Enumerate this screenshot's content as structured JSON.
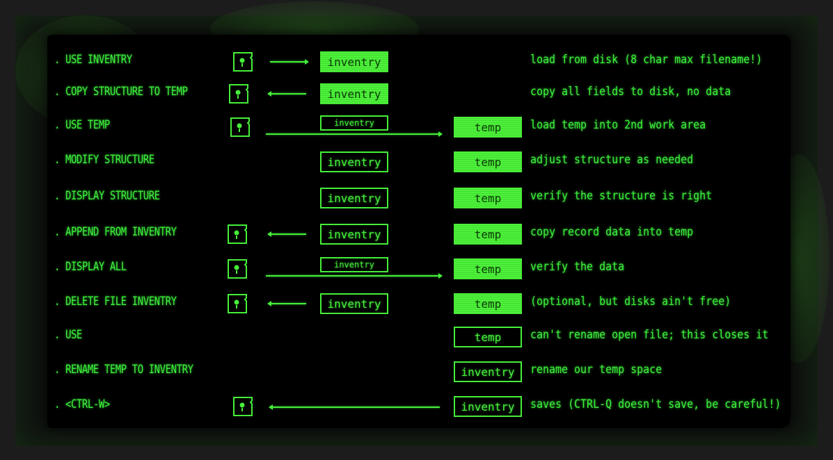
{
  "colors": {
    "phosphor_green": "#46ef3a",
    "screen_bg": "#000000",
    "bezel": "#1c1c1c"
  },
  "icons": {
    "floppy": "floppy-disk-icon",
    "arrow_left": "arrow-left",
    "arrow_right": "arrow-right"
  },
  "rows": [
    {
      "command": ". USE INVENTRY",
      "disk": true,
      "arrow": "right-short",
      "left_box": {
        "label": "inventry",
        "style": "filled"
      },
      "right_box": null,
      "note": "load from disk (8 char max filename!)"
    },
    {
      "command": ". COPY STRUCTURE TO TEMP",
      "disk": true,
      "arrow": "left-short",
      "left_box": {
        "label": "inventry",
        "style": "filled"
      },
      "right_box": null,
      "note": "copy all fields to disk, no data"
    },
    {
      "command": ". USE TEMP",
      "disk": true,
      "arrow": "right-long",
      "left_box": {
        "label": "inventry",
        "style": "outline-small"
      },
      "right_box": {
        "label": "temp",
        "style": "filled"
      },
      "note": "load temp into 2nd work area"
    },
    {
      "command": ". MODIFY STRUCTURE",
      "disk": false,
      "arrow": null,
      "left_box": {
        "label": "inventry",
        "style": "outline"
      },
      "right_box": {
        "label": "temp",
        "style": "filled"
      },
      "note": "adjust structure as needed"
    },
    {
      "command": ". DISPLAY STRUCTURE",
      "disk": false,
      "arrow": null,
      "left_box": {
        "label": "inventry",
        "style": "outline"
      },
      "right_box": {
        "label": "temp",
        "style": "filled"
      },
      "note": "verify the structure is right"
    },
    {
      "command": ". APPEND FROM INVENTRY",
      "disk": true,
      "arrow": "left-short",
      "left_box": {
        "label": "inventry",
        "style": "outline"
      },
      "right_box": {
        "label": "temp",
        "style": "filled"
      },
      "note": "copy record data into temp"
    },
    {
      "command": ". DISPLAY ALL",
      "disk": true,
      "arrow": "right-long",
      "left_box": {
        "label": "inventry",
        "style": "outline-small"
      },
      "right_box": {
        "label": "temp",
        "style": "filled"
      },
      "note": "verify the data"
    },
    {
      "command": ". DELETE FILE INVENTRY",
      "disk": true,
      "arrow": "left-short",
      "left_box": {
        "label": "inventry",
        "style": "outline"
      },
      "right_box": {
        "label": "temp",
        "style": "filled"
      },
      "note": "(optional, but disks ain't free)"
    },
    {
      "command": ". USE",
      "disk": false,
      "arrow": null,
      "left_box": null,
      "right_box": {
        "label": "temp",
        "style": "outline"
      },
      "note": "can't rename open file; this closes it"
    },
    {
      "command": ". RENAME TEMP TO INVENTRY",
      "disk": false,
      "arrow": null,
      "left_box": null,
      "right_box": {
        "label": "inventry",
        "style": "outline"
      },
      "note": "rename our temp space"
    },
    {
      "command": ". <CTRL-W>",
      "disk": true,
      "arrow": "left-long",
      "left_box": null,
      "right_box": {
        "label": "inventry",
        "style": "outline"
      },
      "note": "saves (CTRL-Q doesn't save, be careful!)"
    }
  ]
}
